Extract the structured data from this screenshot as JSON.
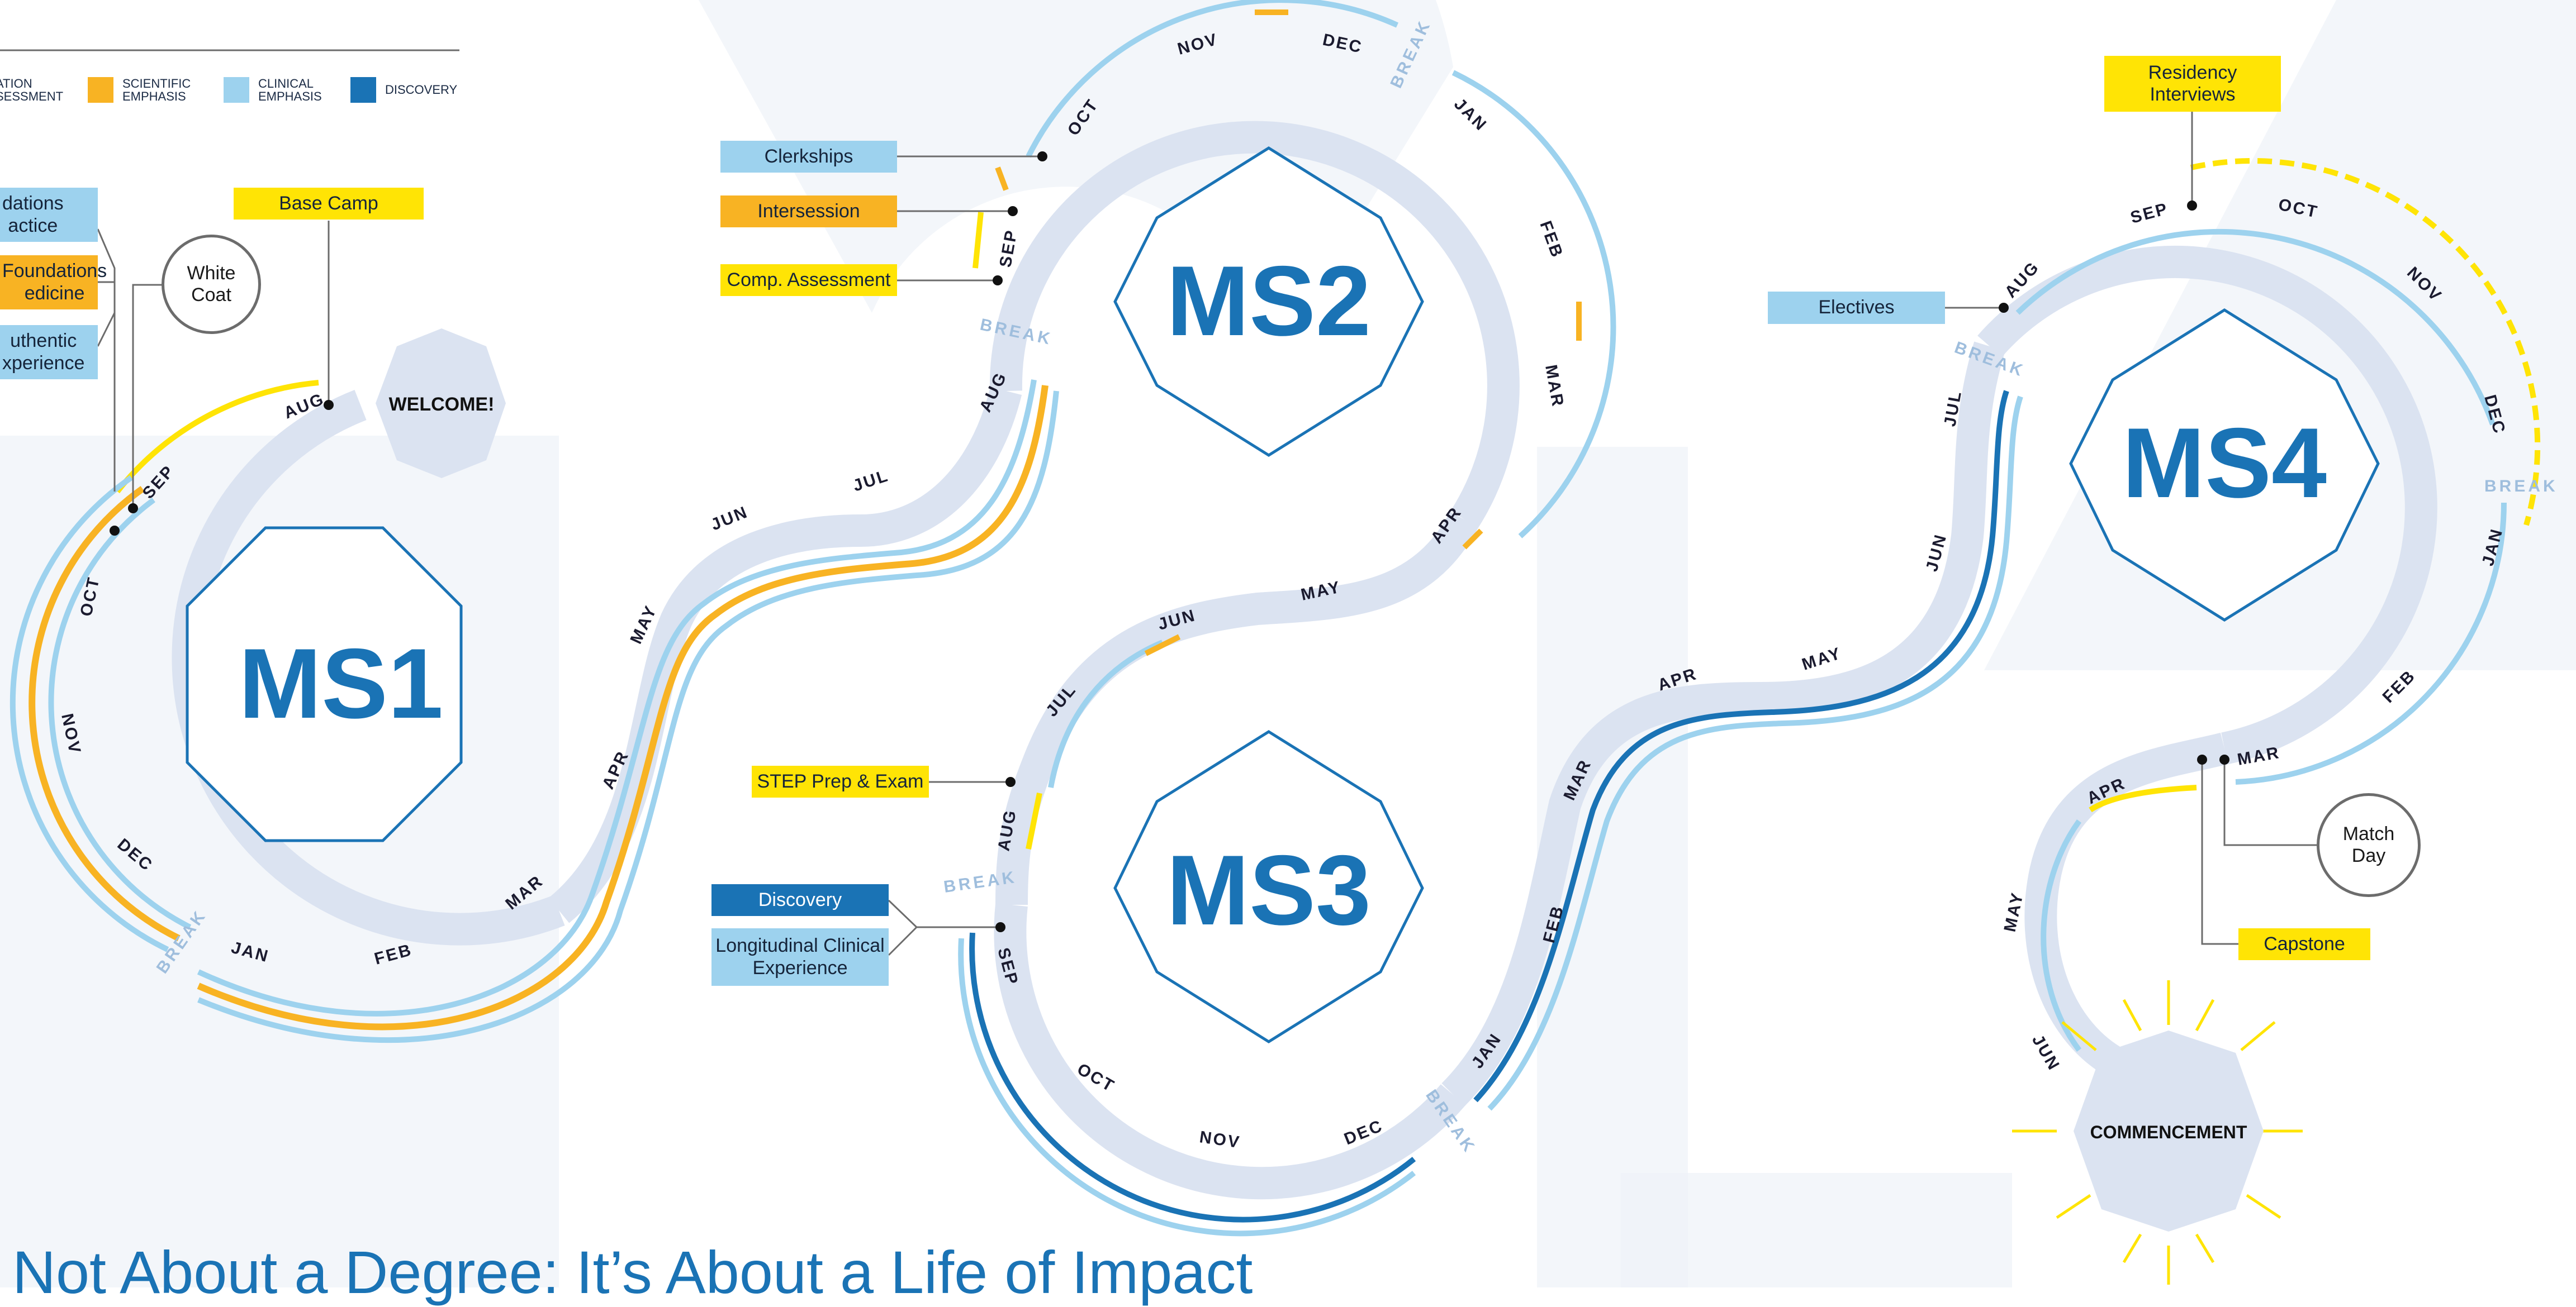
{
  "colors": {
    "track": "#dbe3f1",
    "clinical": "#9dd2ee",
    "scientific": "#f8b323",
    "assessment": "#ffe405",
    "discovery": "#1a73b5",
    "ms_text": "#1a73b5",
    "break_text": "#9fbedd",
    "background_letters": "#eef2f8"
  },
  "legend": [
    {
      "label": "ATION\nSESSMENT",
      "color": "#ffe405"
    },
    {
      "label": "SCIENTIFIC\nEMPHASIS",
      "color": "#f8b323"
    },
    {
      "label": "CLINICAL\nEMPHASIS",
      "color": "#9dd2ee"
    },
    {
      "label": "DISCOVERY",
      "color": "#1a73b5"
    }
  ],
  "years": {
    "ms1": "MS1",
    "ms2": "MS2",
    "ms3": "MS3",
    "ms4": "MS4"
  },
  "badges": {
    "welcome": "WELCOME!",
    "commencement": "COMMENCEMENT"
  },
  "callouts": {
    "ms1": {
      "foundations_practice": "dations\nactice",
      "foundations_medicine": "Foundations\nedicine",
      "authentic_experience": "uthentic\nxperience",
      "white_coat": "White\nCoat",
      "base_camp": "Base Camp"
    },
    "ms2": {
      "clerkships": "Clerkships",
      "intersession": "Intersession",
      "comp_assessment": "Comp. Assessment"
    },
    "ms3": {
      "step_prep": "STEP Prep & Exam",
      "discovery": "Discovery",
      "longitudinal": "Longitudinal Clinical\nExperience"
    },
    "ms4": {
      "residency_interviews": "Residency\nInterviews",
      "electives": "Electives",
      "match_day": "Match\nDay",
      "capstone": "Capstone"
    }
  },
  "months": {
    "ms1": [
      "AUG",
      "SEP",
      "OCT",
      "NOV",
      "DEC",
      "JAN",
      "FEB",
      "MAR",
      "APR",
      "MAY",
      "JUN",
      "JUL"
    ],
    "ms2": [
      "AUG",
      "SEP",
      "OCT",
      "NOV",
      "DEC",
      "JAN",
      "FEB",
      "MAR",
      "APR",
      "MAY",
      "JUN",
      "JUL"
    ],
    "ms3": [
      "AUG",
      "SEP",
      "OCT",
      "NOV",
      "DEC",
      "JAN",
      "FEB",
      "MAR",
      "APR",
      "MAY",
      "JUN",
      "JUL"
    ],
    "ms4": [
      "AUG",
      "SEP",
      "OCT",
      "NOV",
      "DEC",
      "JAN",
      "FEB",
      "MAR",
      "APR",
      "MAY",
      "JUN"
    ]
  },
  "break_label": "BREAK",
  "title": "Not About a Degree: It’s About a Life of Impact"
}
